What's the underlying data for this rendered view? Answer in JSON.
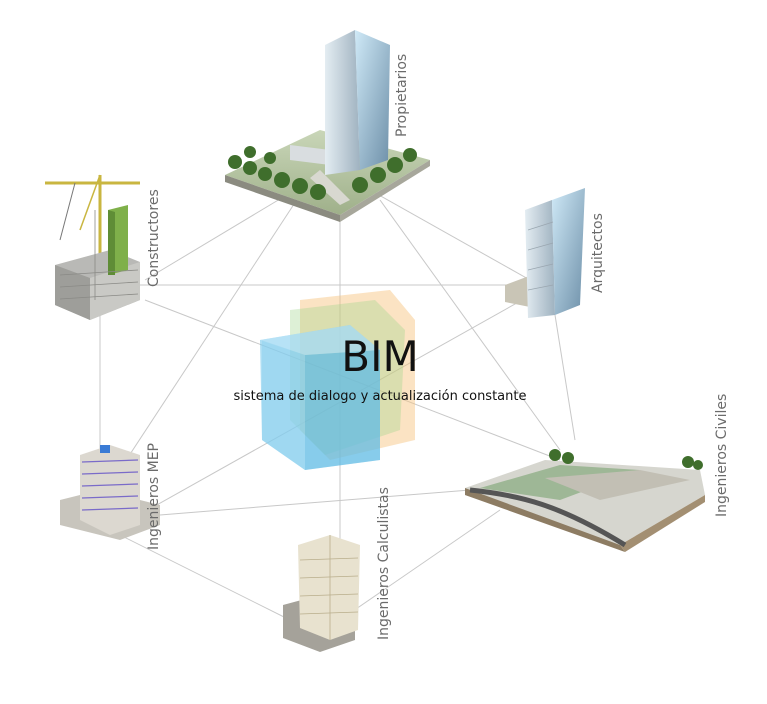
{
  "center": {
    "title": "BIM",
    "subtitle": "sistema de dialogo y actualización constante"
  },
  "nodes": {
    "propietarios": "Propietarios",
    "constructores": "Constructores",
    "arquitectos": "Arquitectos",
    "ingenieros_mep": "Ingenieros MEP",
    "ingenieros_civiles": "Ingenieros Civiles",
    "ingenieros_calculistas": "Ingenieros Calculistas"
  },
  "colors": {
    "connector": "#c8c8c8",
    "label": "#6b6b6b",
    "cube_orange": "#f6c27a",
    "cube_green": "#9fd38a",
    "cube_blue": "#6cc3ea"
  }
}
